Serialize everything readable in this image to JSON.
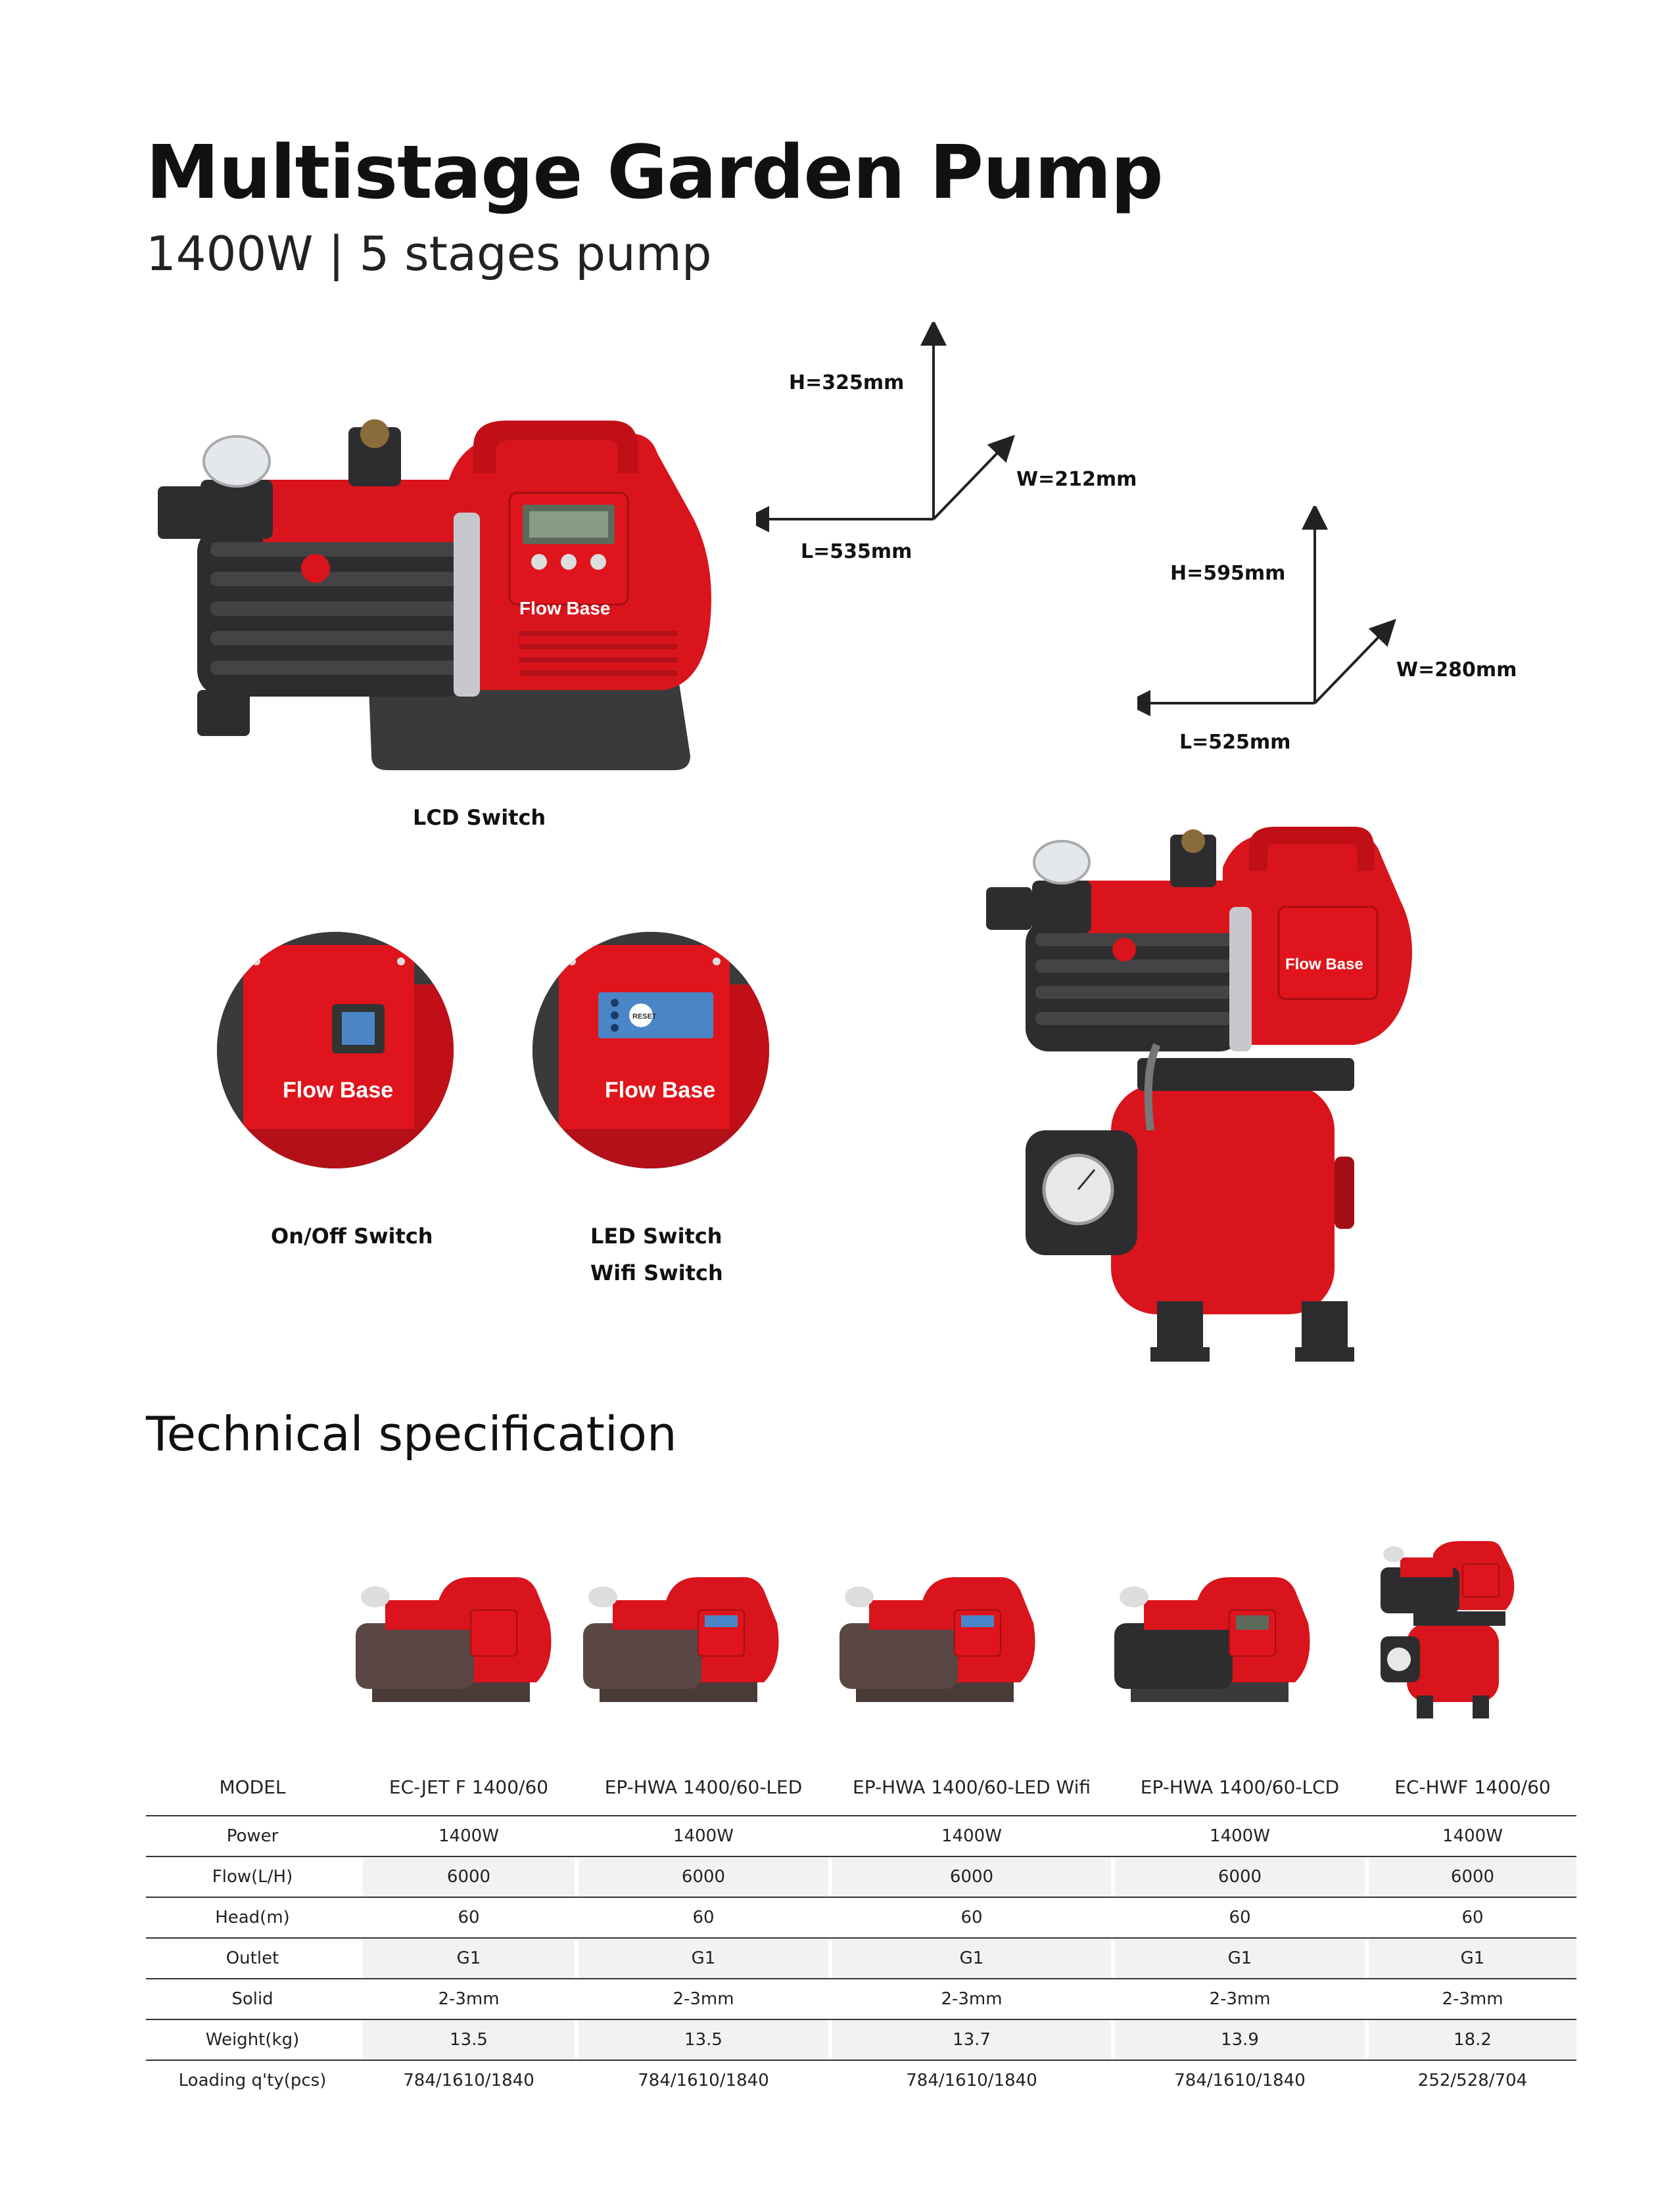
{
  "header": {
    "title": "Multistage Garden Pump",
    "subtitle": "1400W | 5 stages pump"
  },
  "dimensions": {
    "small_pump": {
      "height": "H=325mm",
      "width": "W=212mm",
      "length": "L=535mm"
    },
    "booster_pump": {
      "height": "H=595mm",
      "width": "W=280mm",
      "length": "L=525mm"
    }
  },
  "brand": {
    "name": "Flow Base",
    "accent": "#d9141c",
    "dark": "#2d2d2f"
  },
  "switch_captions": {
    "lcd": "LCD Switch",
    "onoff": "On/Off Switch",
    "led": "LED Switch",
    "wifi": "Wifi Switch"
  },
  "panel_labels": {
    "reset": "RESET"
  },
  "tech": {
    "title": "Technical specification"
  },
  "spec": {
    "header_label": "MODEL",
    "models": [
      "EC-JET F 1400/60",
      "EP-HWA 1400/60-LED",
      "EP-HWA 1400/60-LED Wifi",
      "EP-HWA 1400/60-LCD",
      "EC-HWF 1400/60"
    ],
    "rows": [
      {
        "label": "Power",
        "values": [
          "1400W",
          "1400W",
          "1400W",
          "1400W",
          "1400W"
        ]
      },
      {
        "label": "Flow(L/H)",
        "values": [
          "6000",
          "6000",
          "6000",
          "6000",
          "6000"
        ]
      },
      {
        "label": "Head(m)",
        "values": [
          "60",
          "60",
          "60",
          "60",
          "60"
        ]
      },
      {
        "label": "Outlet",
        "values": [
          "G1",
          "G1",
          "G1",
          "G1",
          "G1"
        ]
      },
      {
        "label": "Solid",
        "values": [
          "2-3mm",
          "2-3mm",
          "2-3mm",
          "2-3mm",
          "2-3mm"
        ]
      },
      {
        "label": "Weight(kg)",
        "values": [
          "13.5",
          "13.5",
          "13.7",
          "13.9",
          "18.2"
        ]
      },
      {
        "label": "Loading q'ty(pcs)",
        "values": [
          "784/1610/1840",
          "784/1610/1840",
          "784/1610/1840",
          "784/1610/1840",
          "252/528/704"
        ]
      }
    ]
  }
}
